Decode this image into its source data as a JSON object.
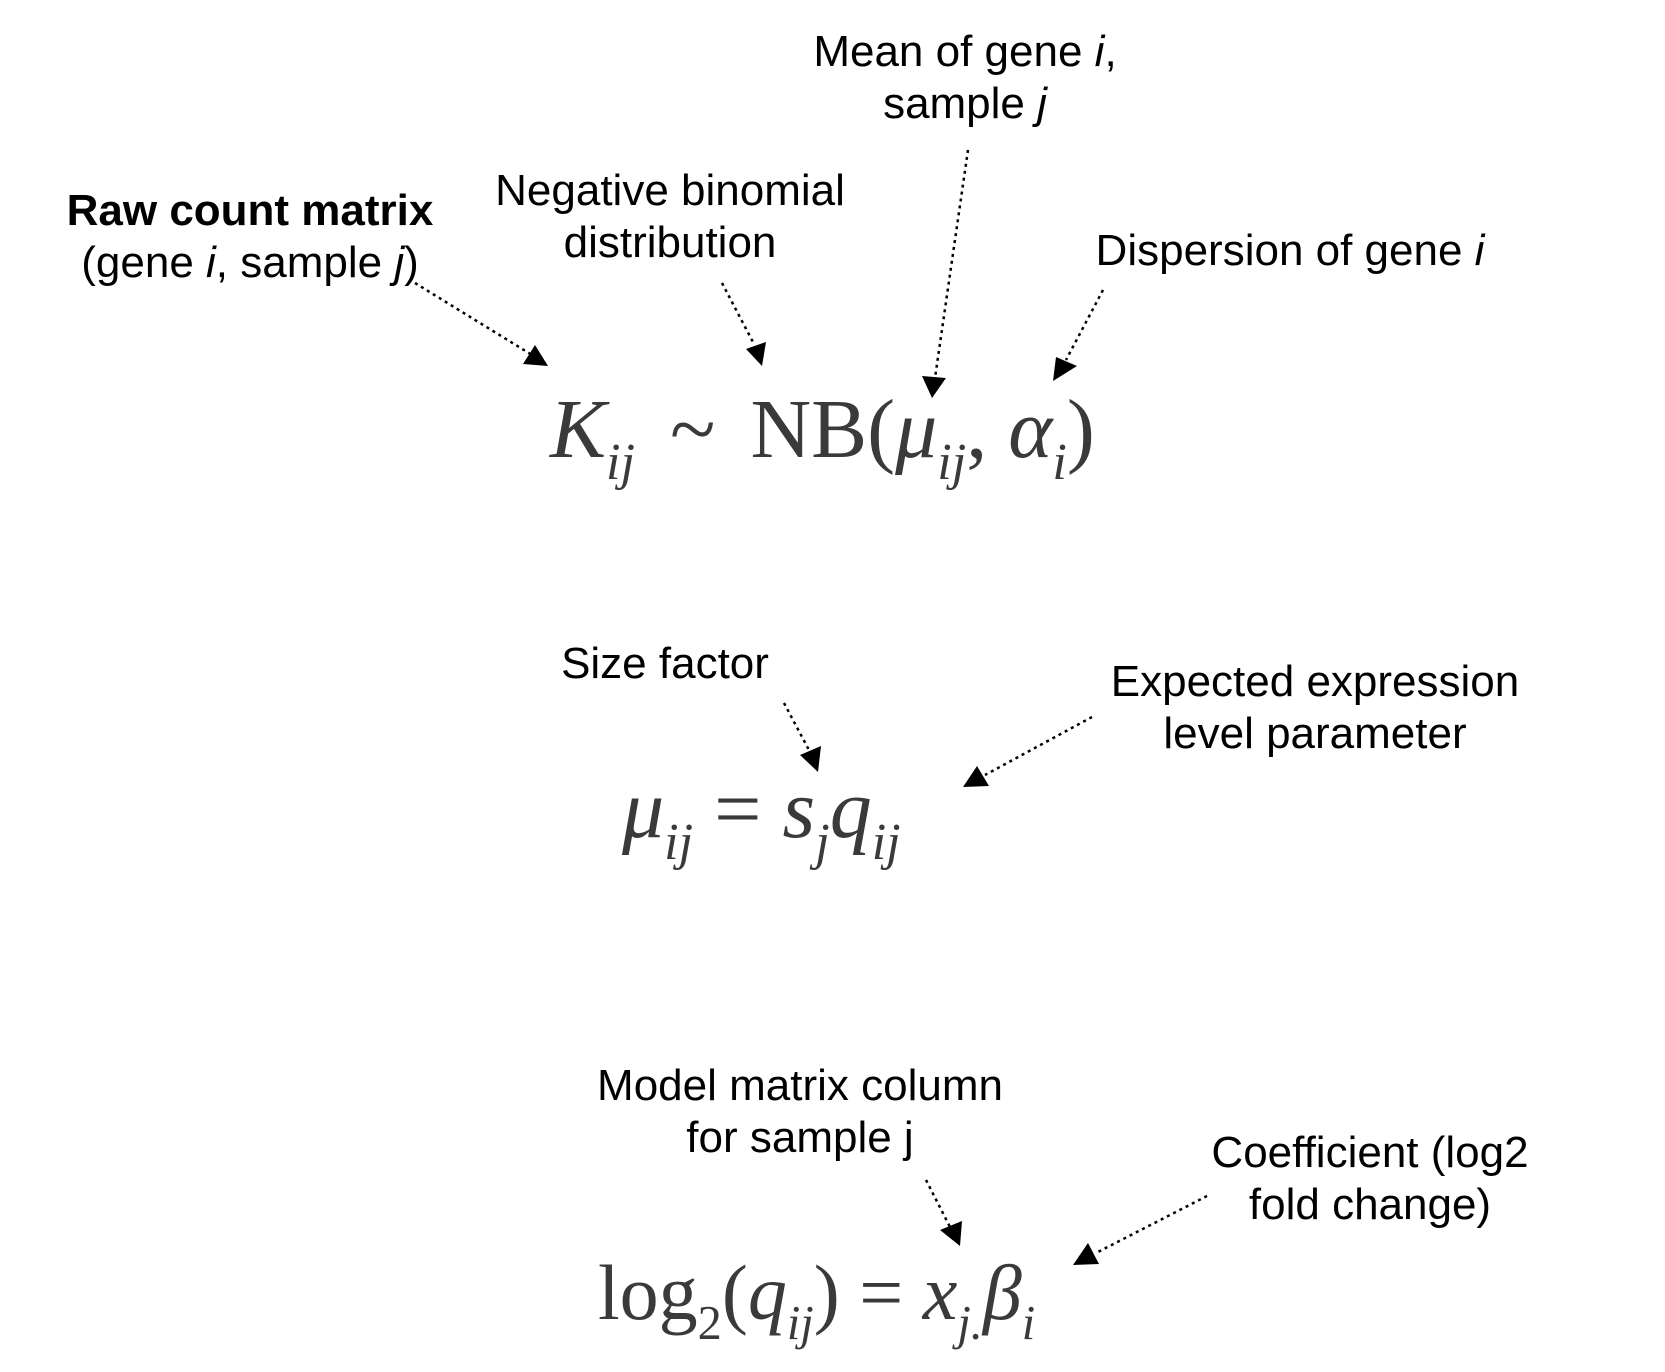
{
  "annotations": {
    "raw_count": {
      "title": "Raw count matrix",
      "pre": "(gene ",
      "i": "i",
      "mid": ", sample ",
      "j": "j",
      "post": ")"
    },
    "neg_binom": {
      "line1": "Negative binomial",
      "line2": "distribution"
    },
    "mean": {
      "line1_pre": "Mean of gene ",
      "line1_var": "i",
      "line1_post": ",",
      "line2_pre": "sample ",
      "line2_var": "j"
    },
    "dispersion": {
      "pre": "Dispersion of gene ",
      "var": "i"
    },
    "size_factor": {
      "text": "Size factor"
    },
    "expected_expr": {
      "line1": "Expected expression",
      "line2": "level parameter"
    },
    "model_matrix": {
      "line1": "Model matrix column",
      "line2": "for sample j"
    },
    "coefficient": {
      "line1": "Coefficient (log2",
      "line2": "fold change)"
    }
  },
  "equations": {
    "eq1": {
      "K": "K",
      "K_sub": "ij",
      "tilde": "~",
      "NB": "NB(",
      "mu": "μ",
      "mu_sub": "ij",
      "comma": ", ",
      "alpha": "α",
      "alpha_sub": "i",
      "close": ")"
    },
    "eq2": {
      "mu": "μ",
      "mu_sub": "ij",
      "eq": " = ",
      "s": "s",
      "s_sub": "j",
      "q": "q",
      "q_sub": "ij"
    },
    "eq3": {
      "log": "log",
      "log_sub": "2",
      "open": "(",
      "q": "q",
      "q_sub": "ij",
      "close": ")",
      "eq": " = ",
      "x": "x",
      "x_sub": "j.",
      "beta": "β",
      "beta_sub": "i"
    }
  }
}
